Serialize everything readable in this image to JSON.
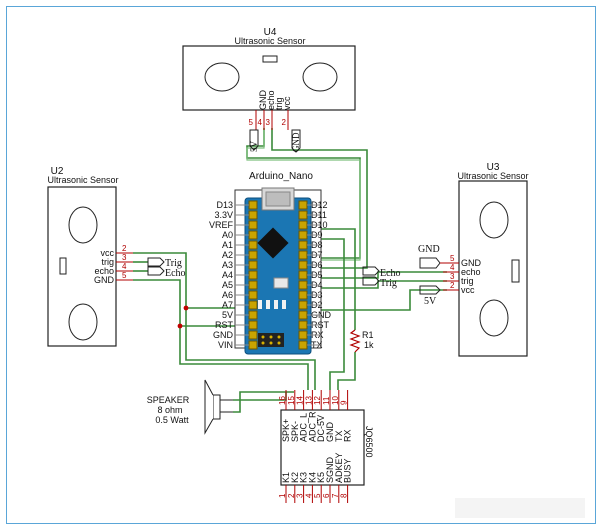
{
  "u4": {
    "ref": "U4",
    "name": "Ultrasonic Sensor",
    "pins": [
      "GND",
      "echo",
      "trig",
      "vcc"
    ],
    "nums": [
      "5",
      "4",
      "3",
      "2"
    ]
  },
  "u2": {
    "ref": "U2",
    "name": "Ultrasonic Sensor",
    "pins": [
      "vcc",
      "trig",
      "echo",
      "GND"
    ],
    "nums": [
      "2",
      "3",
      "4",
      "5"
    ]
  },
  "u3": {
    "ref": "U3",
    "name": "Ultrasonic Sensor",
    "pins": [
      "GND",
      "echo",
      "trig",
      "vcc"
    ],
    "nums": [
      "5",
      "4",
      "3",
      "2"
    ]
  },
  "arduino": {
    "name": "Arduino_Nano",
    "left_pins": [
      "D13",
      "3.3V",
      "VREF",
      "A0",
      "A1",
      "A2",
      "A3",
      "A4",
      "A5",
      "A6",
      "A7",
      "5V",
      "RST",
      "GND",
      "VIN"
    ],
    "right_pins": [
      "D12",
      "D11",
      "D10",
      "D9",
      "D8",
      "D7",
      "D6",
      "D5",
      "D4",
      "D3",
      "D2",
      "GND",
      "RST",
      "RX",
      "TX"
    ]
  },
  "ports": {
    "fivev": "5V",
    "gnd": "GND",
    "trig": "Trig",
    "echo": "Echo"
  },
  "resistor": {
    "ref": "R1",
    "value": "1k"
  },
  "speaker": {
    "line1": "SPEAKER",
    "line2": "8 ohm",
    "line3": "0.5 Watt"
  },
  "player": {
    "name": "JQ6500",
    "top_pins": [
      "SPK+",
      "SPK-",
      "ADC_L",
      "ADC_R",
      "DC-5V",
      "GND",
      "TX",
      "RX"
    ],
    "top_nums": [
      "16",
      "15",
      "14",
      "13",
      "12",
      "11",
      "10",
      "9"
    ],
    "bottom_pins": [
      "K1",
      "K2",
      "K3",
      "K4",
      "K5",
      "SGND",
      "ADKEY",
      "BUSY"
    ],
    "bottom_nums": [
      "1",
      "2",
      "3",
      "4",
      "5",
      "6",
      "7",
      "8"
    ]
  }
}
